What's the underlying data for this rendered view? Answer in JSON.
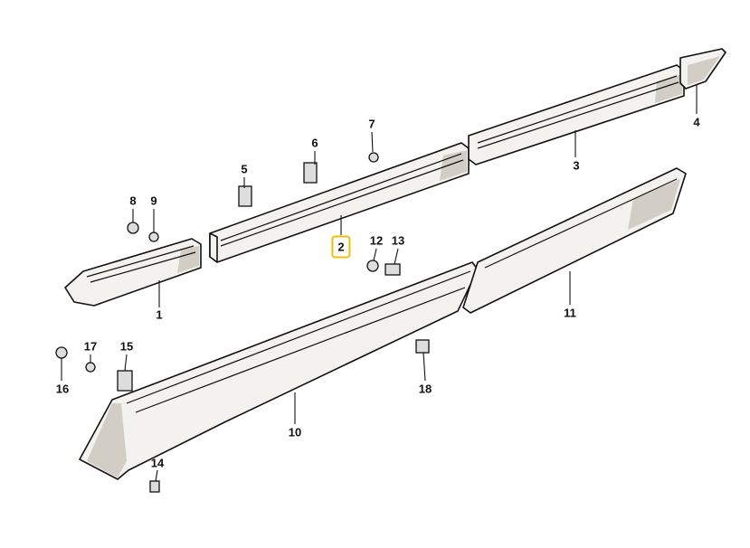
{
  "title": "",
  "highlight_color": "#f0c000",
  "selected_part": "2",
  "callouts": [
    {
      "id": "1",
      "label": "1"
    },
    {
      "id": "2",
      "label": "2"
    },
    {
      "id": "3",
      "label": "3"
    },
    {
      "id": "4",
      "label": "4"
    },
    {
      "id": "5",
      "label": "5"
    },
    {
      "id": "6",
      "label": "6"
    },
    {
      "id": "7",
      "label": "7"
    },
    {
      "id": "8",
      "label": "8"
    },
    {
      "id": "9",
      "label": "9"
    },
    {
      "id": "10",
      "label": "10"
    },
    {
      "id": "11",
      "label": "11"
    },
    {
      "id": "12",
      "label": "12"
    },
    {
      "id": "13",
      "label": "13"
    },
    {
      "id": "14",
      "label": "14"
    },
    {
      "id": "15",
      "label": "15"
    },
    {
      "id": "16",
      "label": "16"
    },
    {
      "id": "17",
      "label": "17"
    },
    {
      "id": "18",
      "label": "18"
    }
  ]
}
